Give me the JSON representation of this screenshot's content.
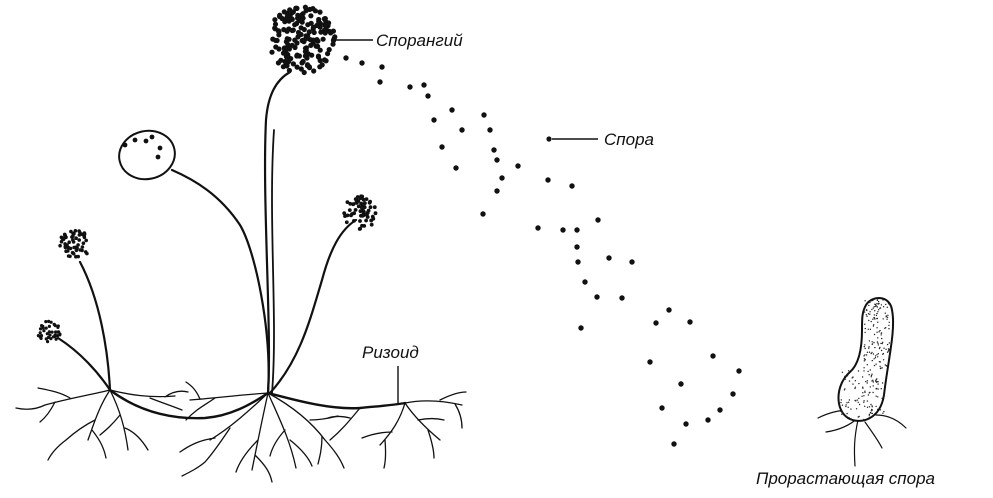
{
  "labels": {
    "sporangium": "Спорангий",
    "spore": "Спора",
    "rhizoid": "Ризоид",
    "germinating_spore": "Прорастающая спора"
  },
  "colors": {
    "ink": "#111111",
    "background": "#ffffff"
  }
}
